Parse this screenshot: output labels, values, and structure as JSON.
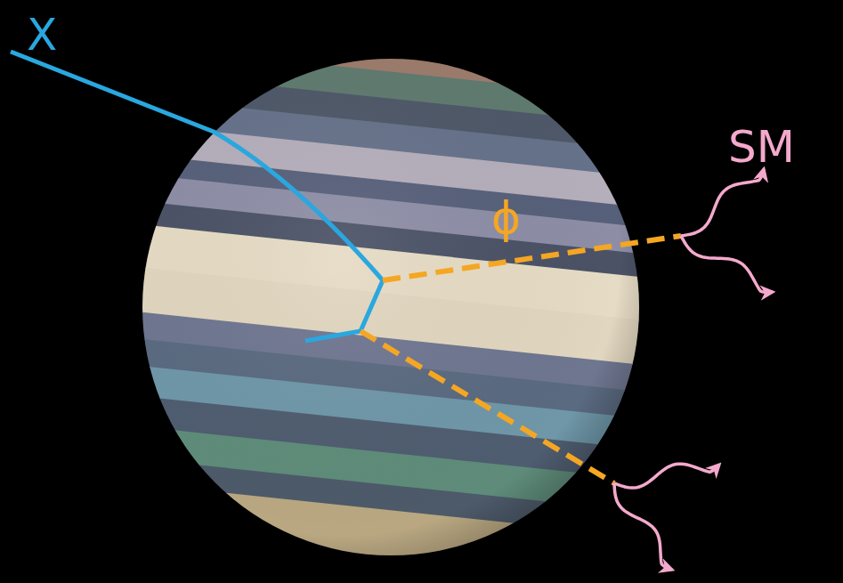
{
  "diagram": {
    "labels": [
      "X",
      "ϕ",
      "SM"
    ]
  }
}
